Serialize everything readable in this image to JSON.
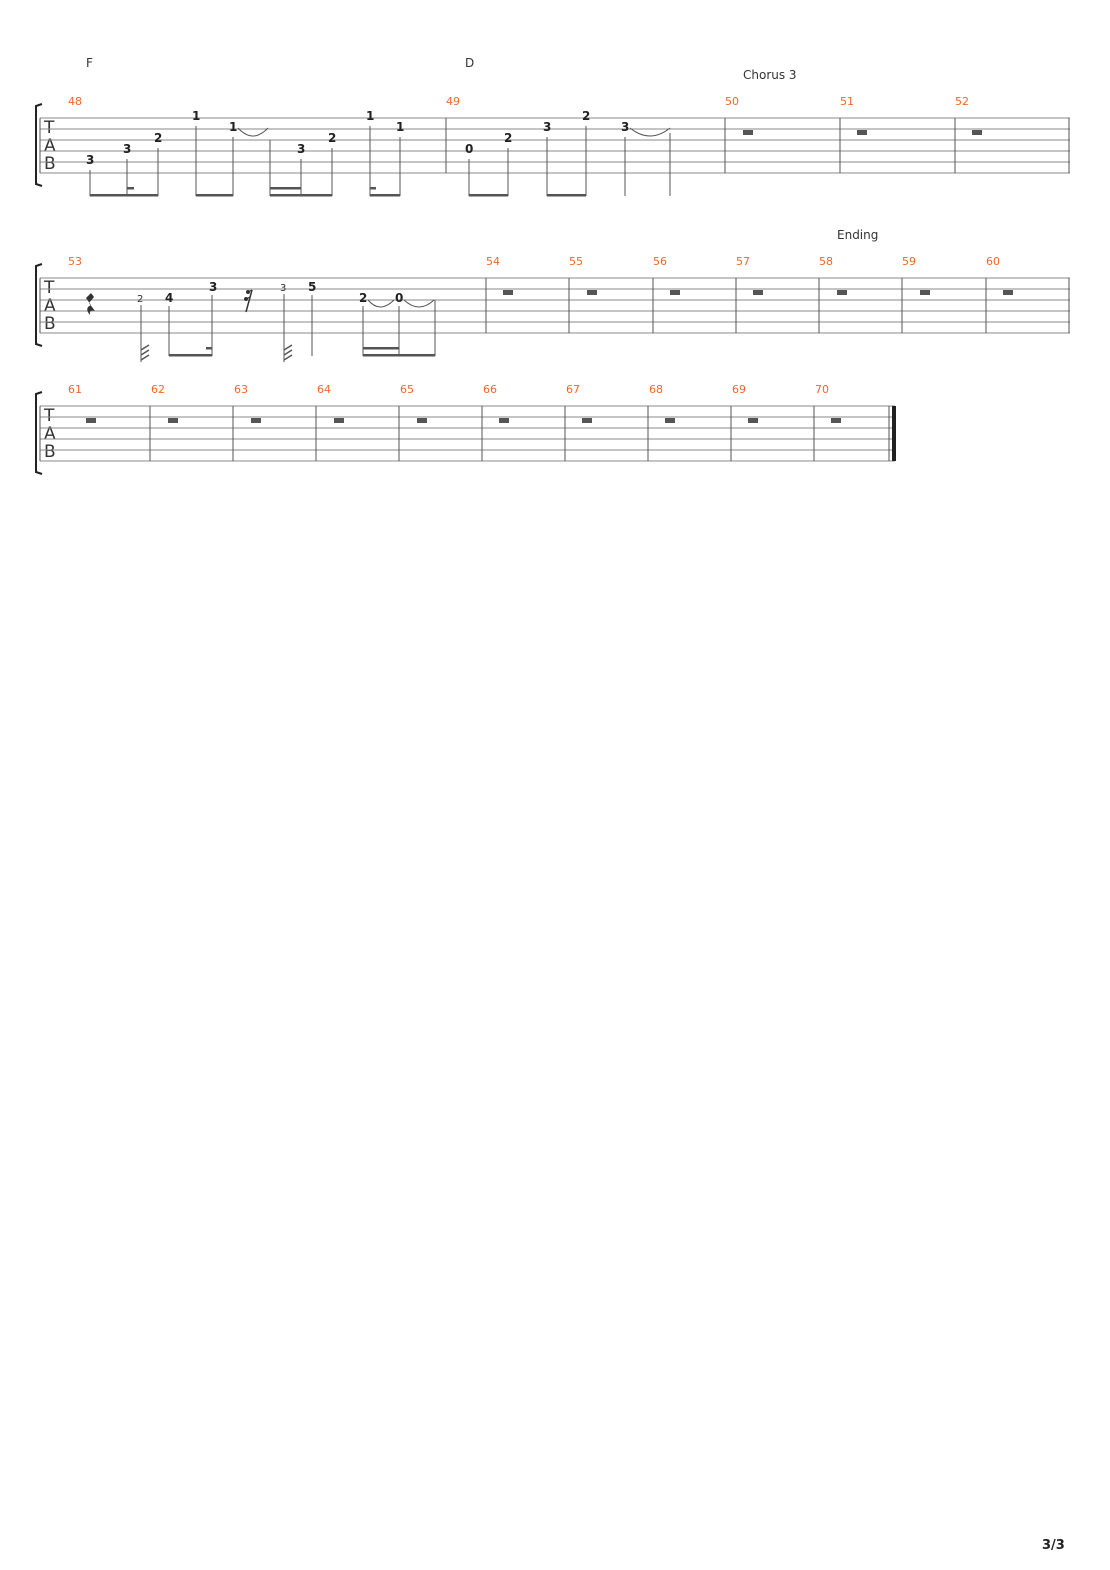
{
  "page": {
    "number_label": "3/3"
  },
  "systems": [
    {
      "chords": [
        "F",
        "D"
      ],
      "sections": [
        "Chorus 3"
      ],
      "measures": [
        "48",
        "49",
        "50",
        "51",
        "52"
      ],
      "frets": [
        "3",
        "3",
        "2",
        "1",
        "1",
        "3",
        "2",
        "1",
        "1",
        "0",
        "2",
        "3",
        "2",
        "3"
      ]
    },
    {
      "chords": [],
      "sections": [
        "Ending"
      ],
      "measures": [
        "53",
        "54",
        "55",
        "56",
        "57",
        "58",
        "59",
        "60"
      ],
      "frets": [
        "2",
        "4",
        "3",
        "3",
        "5",
        "2",
        "0"
      ]
    },
    {
      "chords": [],
      "sections": [],
      "measures": [
        "61",
        "62",
        "63",
        "64",
        "65",
        "66",
        "67",
        "68",
        "69",
        "70"
      ],
      "frets": []
    }
  ],
  "tab_label": [
    "T",
    "A",
    "B"
  ]
}
